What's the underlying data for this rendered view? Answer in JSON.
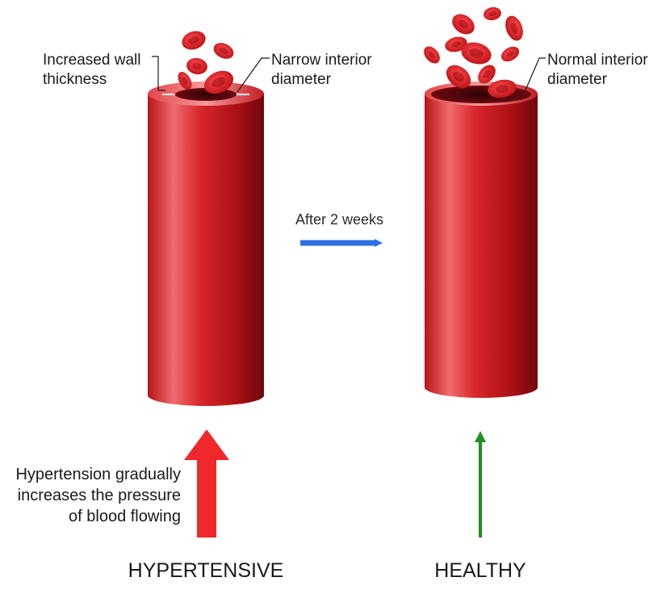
{
  "callouts": {
    "wall_thickness": [
      "Increased wall",
      "thickness"
    ],
    "narrow_diameter": [
      "Narrow interior",
      "diameter"
    ],
    "normal_diameter": [
      "Normal interior",
      "diameter"
    ]
  },
  "transition": {
    "label": "After 2 weeks",
    "arrow_color": "#2f6fe6"
  },
  "pressure_note": [
    "Hypertension gradually",
    "increases the pressure",
    "of blood flowing"
  ],
  "titles": {
    "left": "HYPERTENSIVE",
    "right": "HEALTHY"
  },
  "colors": {
    "vessel_main": "#d8262b",
    "vessel_highlight": "#f06a6d",
    "vessel_shadow": "#7a0a0e",
    "pressure_arrow_high": "#f0282b",
    "pressure_arrow_normal": "#1f8f1f"
  }
}
